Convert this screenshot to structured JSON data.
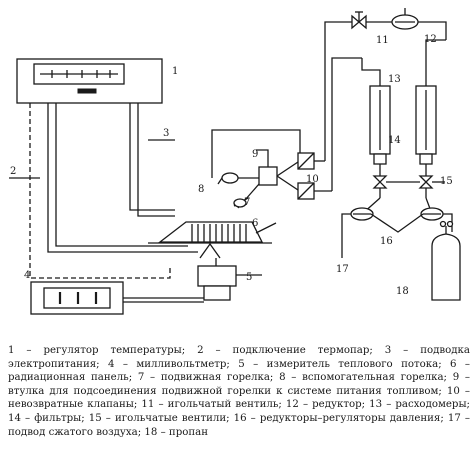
{
  "labels": {
    "n1": "1",
    "n2": "2",
    "n3": "3",
    "n4": "4",
    "n5": "5",
    "n6": "6",
    "n7": "7",
    "n8": "8",
    "n9": "9",
    "n10": "10",
    "n11": "11",
    "n12": "12",
    "n13": "13",
    "n14": "14",
    "n15": "15",
    "n16": "16",
    "n17": "17",
    "n18": "18"
  },
  "caption": "1 – регулятор температуры; 2 – подключение термопар; 3 – подводка электропитания; 4 – милливольтметр; 5 – измеритель теплового потока; 6 – радиационная панель; 7 – подвижная горелка; 8 – вспомогательная горелка; 9 – втулка для подсоединения подвижной горелки к системе питания топливом; 10 – невозвратные клапаны; 11 – игольчатый вентиль; 12 – редуктор; 13 – расходомеры; 14 – фильтры; 15 – игольчатые вентили; 16 – редукторы–регуляторы давления; 17 – подвод сжатого воздуха; 18 – пропан"
}
